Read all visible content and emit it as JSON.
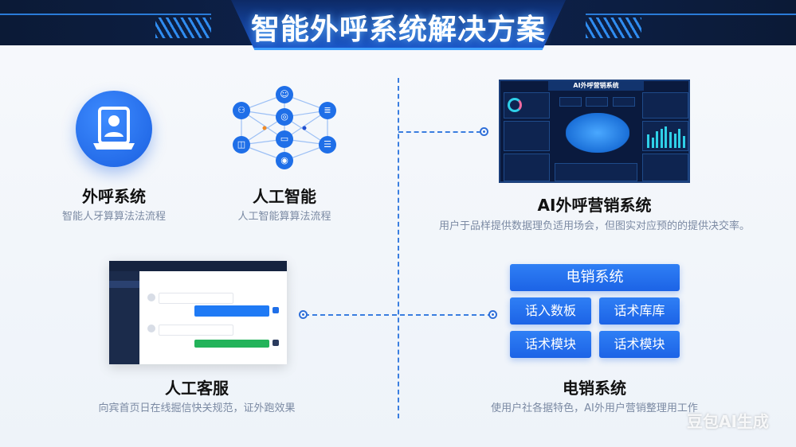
{
  "header": {
    "title": "智能外呼系统解决方案"
  },
  "sections": [
    {
      "title": "外呼系统",
      "subtitle": "智能人牙算算法法流程",
      "icon": "tablet-user-icon"
    },
    {
      "title": "人工智能",
      "subtitle": "人工智能算算法流程",
      "icon": "network-graph-icon"
    },
    {
      "title": "AI外呼营销系统",
      "subtitle": "用户于品样提供数据理负适用场会，但图实对应预的的提供决交率。",
      "icon": "dashboard-screenshot"
    },
    {
      "title": "人工客服",
      "subtitle": "向宾首页日在线掘信快关规范，证外跑效果",
      "icon": "chat-screenshot"
    },
    {
      "title": "电销系统",
      "subtitle": "使用户社各据特色，AI外用户营销整理用工作",
      "icon": "module-buttons"
    }
  ],
  "dashboard": {
    "title": "AI外呼营销系统",
    "bars": [
      0.6,
      0.45,
      0.75,
      0.85,
      0.95,
      0.7,
      0.65,
      0.85,
      0.55
    ],
    "accent": "#2fd0e8"
  },
  "telesales": {
    "main": "电销系统",
    "modules": [
      "话入数板",
      "话术库库",
      "话术模块",
      "话术模块"
    ]
  },
  "watermark": "豆包AI生成",
  "colors": {
    "accent": "#1f6fe8",
    "navy": "#0b1a36"
  }
}
